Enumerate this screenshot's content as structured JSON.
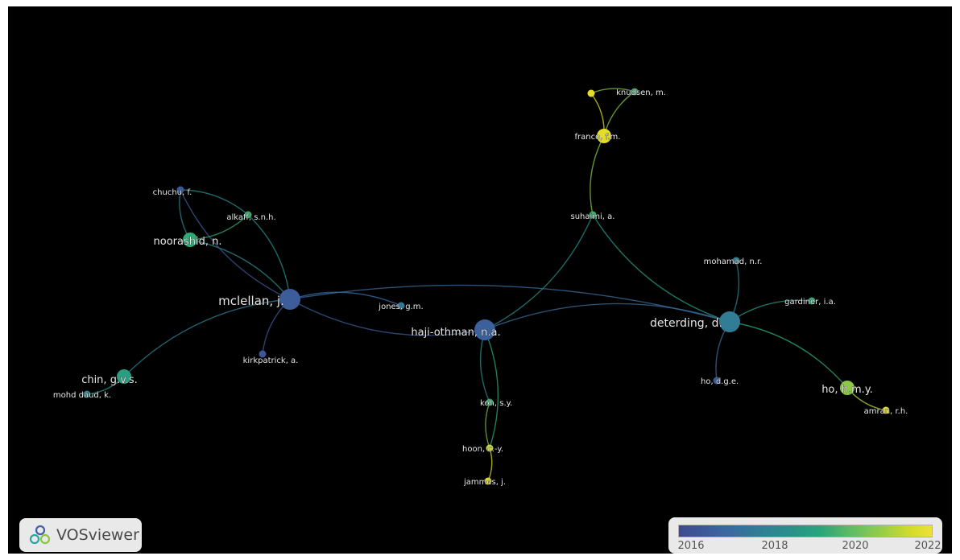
{
  "nodes": [
    {
      "id": "mclellan",
      "label": "mclellan, j.",
      "weight": 3,
      "year": 2016.6
    },
    {
      "id": "deterding",
      "label": "deterding, d.",
      "weight": 3,
      "year": 2017.6
    },
    {
      "id": "haji",
      "label": "haji-othman, n.a.",
      "weight": 3,
      "year": 2016.7
    },
    {
      "id": "chin",
      "label": "chin, g.v.s.",
      "weight": 2,
      "year": 2018.8
    },
    {
      "id": "noorashid",
      "label": "noorashid, n.",
      "weight": 2,
      "year": 2019.3
    },
    {
      "id": "hohmy",
      "label": "ho, h.m.y.",
      "weight": 2,
      "year": 2021.0
    },
    {
      "id": "chuchu",
      "label": "chuchu, f.",
      "weight": 1,
      "year": 2016.5
    },
    {
      "id": "alkaff",
      "label": "alkaff, s.n.h.",
      "weight": 1,
      "year": 2019.5
    },
    {
      "id": "jones",
      "label": "jones, g.m.",
      "weight": 1,
      "year": 2017.5
    },
    {
      "id": "kirkpatrick",
      "label": "kirkpatrick, a.",
      "weight": 1,
      "year": 2016.4
    },
    {
      "id": "mohd",
      "label": "mohd daud, k.",
      "weight": 1,
      "year": 2017.9
    },
    {
      "id": "suhaimi",
      "label": "suhaimi, a.",
      "weight": 1,
      "year": 2019.6
    },
    {
      "id": "knudsen",
      "label": "knudsen, m.",
      "weight": 1,
      "year": 2019.8
    },
    {
      "id": "unlabeled",
      "label": "",
      "weight": 1,
      "year": 2022.0
    },
    {
      "id": "franco",
      "label": "franco, f.m.",
      "weight": 2,
      "year": 2022.1
    },
    {
      "id": "mohamad",
      "label": "mohamad, n.r.",
      "weight": 1,
      "year": 2017.8
    },
    {
      "id": "gardiner",
      "label": "gardiner, i.a.",
      "weight": 1,
      "year": 2019.4
    },
    {
      "id": "hodge",
      "label": "ho, d.g.e.",
      "weight": 1,
      "year": 2016.5
    },
    {
      "id": "amran",
      "label": "amran, r.h.",
      "weight": 1,
      "year": 2022.0
    },
    {
      "id": "koh",
      "label": "koh, s.y.",
      "weight": 1,
      "year": 2019.5
    },
    {
      "id": "hoon",
      "label": "hoon, c.-y.",
      "weight": 1,
      "year": 2021.7
    },
    {
      "id": "jammes",
      "label": "jammes, j.",
      "weight": 1,
      "year": 2022.1
    }
  ],
  "links": [
    [
      "mclellan",
      "deterding"
    ],
    [
      "mclellan",
      "haji"
    ],
    [
      "haji",
      "deterding"
    ],
    [
      "mclellan",
      "chin"
    ],
    [
      "chin",
      "mohd"
    ],
    [
      "mclellan",
      "noorashid"
    ],
    [
      "mclellan",
      "chuchu"
    ],
    [
      "mclellan",
      "alkaff"
    ],
    [
      "mclellan",
      "jones"
    ],
    [
      "mclellan",
      "kirkpatrick"
    ],
    [
      "noorashid",
      "chuchu"
    ],
    [
      "noorashid",
      "alkaff"
    ],
    [
      "chuchu",
      "alkaff"
    ],
    [
      "haji",
      "suhaimi"
    ],
    [
      "suhaimi",
      "franco"
    ],
    [
      "suhaimi",
      "deterding"
    ],
    [
      "franco",
      "knudsen"
    ],
    [
      "franco",
      "unlabeled"
    ],
    [
      "unlabeled",
      "knudsen"
    ],
    [
      "haji",
      "koh"
    ],
    [
      "haji",
      "hoon"
    ],
    [
      "koh",
      "hoon"
    ],
    [
      "hoon",
      "jammes"
    ],
    [
      "deterding",
      "mohamad"
    ],
    [
      "deterding",
      "gardiner"
    ],
    [
      "deterding",
      "hodge"
    ],
    [
      "deterding",
      "hohmy"
    ],
    [
      "hohmy",
      "amran"
    ]
  ],
  "legend": {
    "ticks": [
      "2016",
      "2018",
      "2020",
      "2022"
    ],
    "colors": [
      "#3f4a8f",
      "#2b8a8e",
      "#28a37c",
      "#7cc756",
      "#ece23a"
    ]
  },
  "logo": {
    "text": "VOSviewer",
    "icon": "vosviewer-logo-icon"
  }
}
